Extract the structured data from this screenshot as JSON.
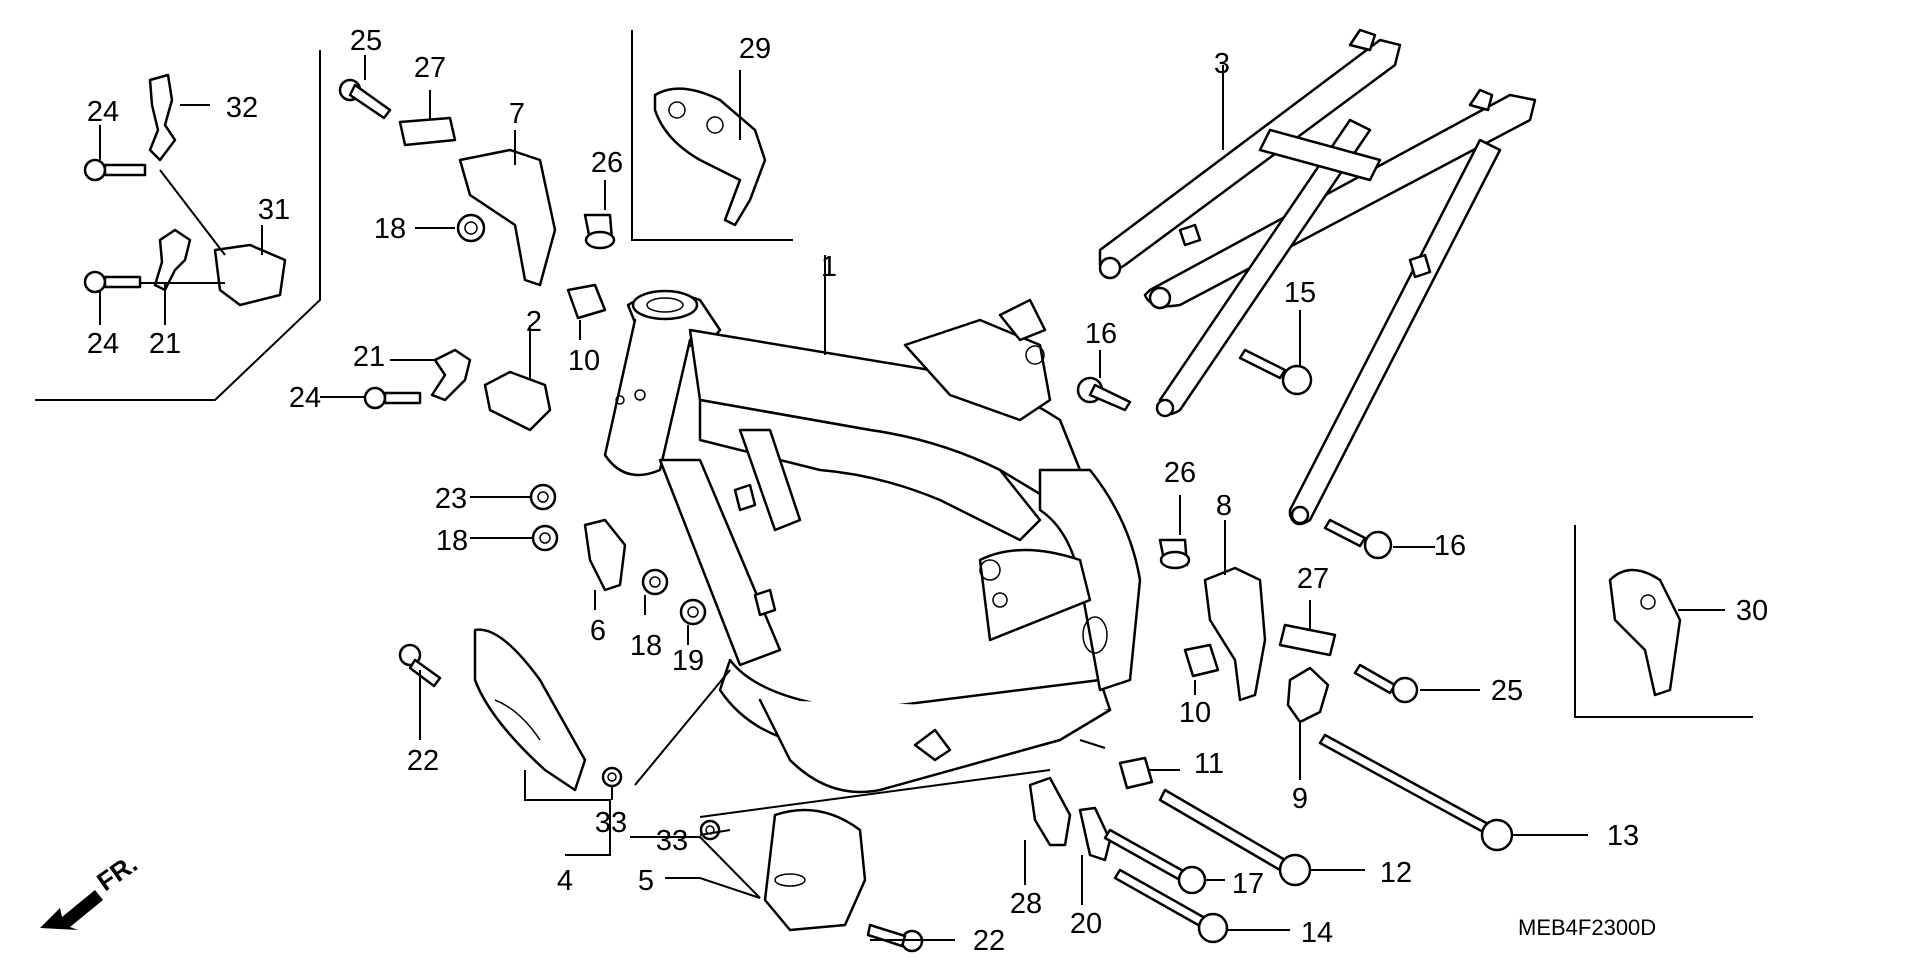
{
  "diagram_code": "MEB4F2300D",
  "front_marker": "FR.",
  "callouts": {
    "p1": "1",
    "p2": "2",
    "p3": "3",
    "p4": "4",
    "p5": "5",
    "p6": "6",
    "p7": "7",
    "p8": "8",
    "p9": "9",
    "p10a": "10",
    "p10b": "10",
    "p11": "11",
    "p12": "12",
    "p13": "13",
    "p14": "14",
    "p15": "15",
    "p16a": "16",
    "p16b": "16",
    "p17": "17",
    "p18a": "18",
    "p18b": "18",
    "p18c": "18",
    "p19": "19",
    "p20": "20",
    "p21a": "21",
    "p21b": "21",
    "p22a": "22",
    "p22b": "22",
    "p23": "23",
    "p24a": "24",
    "p24b": "24",
    "p24c": "24",
    "p25a": "25",
    "p25b": "25",
    "p26a": "26",
    "p26b": "26",
    "p27a": "27",
    "p27b": "27",
    "p28": "28",
    "p29": "29",
    "p30": "30",
    "p31": "31",
    "p32": "32",
    "p33a": "33",
    "p33b": "33"
  }
}
